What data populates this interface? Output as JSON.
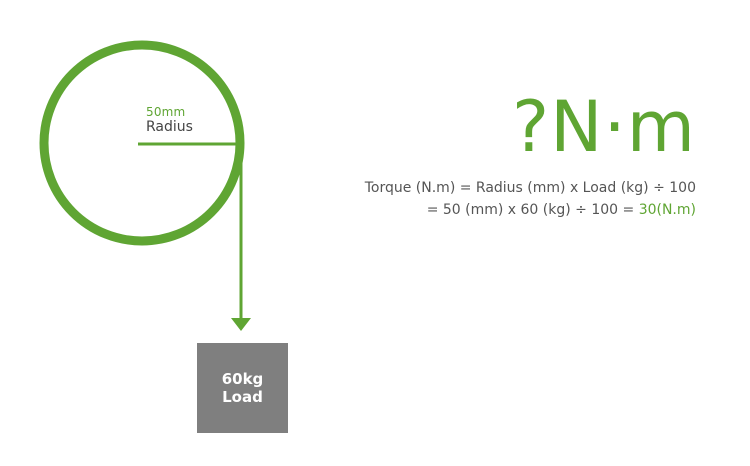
{
  "colors": {
    "accent": "#5fa533",
    "text": "#555555",
    "load_box": "#7f7f7f",
    "background": "#ffffff"
  },
  "wheel": {
    "radius_value": "50mm",
    "radius_label": "Radius"
  },
  "load": {
    "mass": "60kg",
    "label": "Load"
  },
  "headline": "?N·m",
  "formula": {
    "line1": "Torque (N.m) = Radius (mm) x Load (kg) ÷ 100",
    "line2_prefix": "= 50 (mm) x 60 (kg) ÷ 100 = ",
    "line2_result": "30(N.m)"
  }
}
